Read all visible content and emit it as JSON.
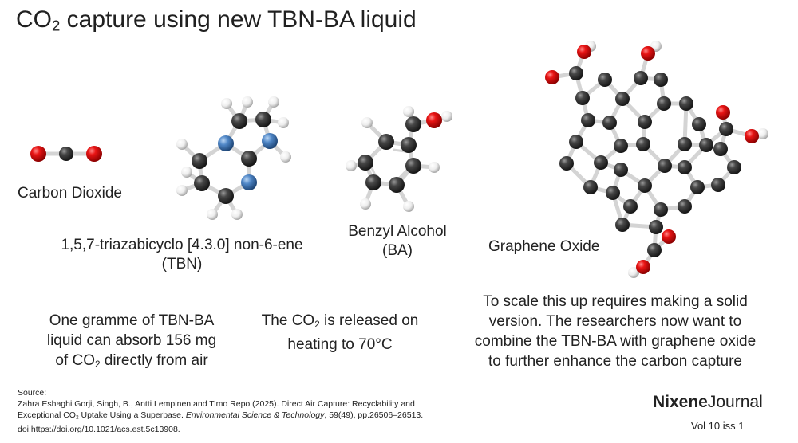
{
  "title": {
    "prefix": "CO",
    "sub": "2",
    "suffix": " capture using new TBN-BA liquid"
  },
  "molecules": {
    "co2": {
      "label": "Carbon Dioxide"
    },
    "tbn": {
      "label_line1": "1,5,7-triazabicyclo [4.3.0] non-6-ene",
      "label_line2": "(TBN)"
    },
    "ba": {
      "label_line1": "Benzyl Alcohol",
      "label_line2": "(BA)"
    },
    "go": {
      "label": "Graphene Oxide"
    }
  },
  "facts": {
    "absorb": {
      "line1": "One gramme of TBN-BA",
      "line2": "liquid can absorb 156 mg",
      "line3_prefix": "of CO",
      "line3_sub": "2",
      "line3_suffix": " directly from air"
    },
    "release": {
      "line1_prefix": "The CO",
      "line1_sub": "2",
      "line1_suffix": " is released on",
      "line2": "heating to 70°C"
    },
    "scale": {
      "line1": "To scale this up requires making a solid",
      "line2": "version. The researchers now want to",
      "line3": "combine the TBN-BA with graphene oxide",
      "line4": "to further enhance the carbon capture"
    }
  },
  "source": {
    "heading": "Source:",
    "line1": "Zahra Eshaghi Gorji, Singh, B., Antti Lempinen and Timo Repo (2025). Direct Air Capture: Recyclability and",
    "line2_prefix": "Exceptional CO",
    "line2_sub": "2",
    "line2_mid": " Uptake Using a Superbase. ",
    "line2_journal": "Environmental Science & Technology",
    "line2_suffix": ", 59(49), pp.26506–26513.",
    "line3": "doi:https://doi.org/10.1021/acs.est.5c13908."
  },
  "brand": {
    "bold": "Nixene",
    "regular": "Journal",
    "issue": "Vol 10  iss 1"
  },
  "colors": {
    "carbon": "#3a3a3a",
    "oxygen": "#e01010",
    "nitrogen": "#4f86c6",
    "hydrogen": "#f2f2f2",
    "bond": "#d8d8d8"
  }
}
